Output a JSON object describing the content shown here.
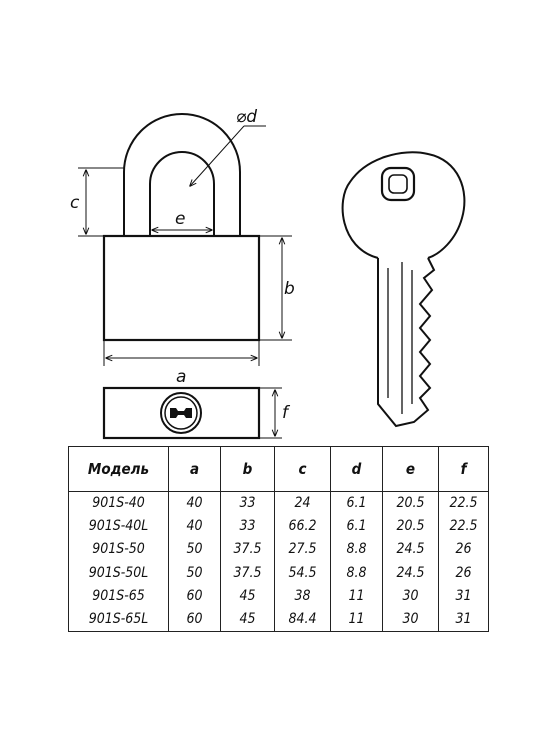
{
  "dimension_labels": {
    "a": "a",
    "b": "b",
    "c": "c",
    "d": "⌀d",
    "e": "e",
    "f": "f"
  },
  "table": {
    "headers": [
      "Модель",
      "a",
      "b",
      "c",
      "d",
      "e",
      "f"
    ],
    "rows": [
      [
        "901S-40",
        "40",
        "33",
        "24",
        "6.1",
        "20.5",
        "22.5"
      ],
      [
        "901S-40L",
        "40",
        "33",
        "66.2",
        "6.1",
        "20.5",
        "22.5"
      ],
      [
        "901S-50",
        "50",
        "37.5",
        "27.5",
        "8.8",
        "24.5",
        "26"
      ],
      [
        "901S-50L",
        "50",
        "37.5",
        "54.5",
        "8.8",
        "24.5",
        "26"
      ],
      [
        "901S-65",
        "60",
        "45",
        "38",
        "11",
        "30",
        "31"
      ],
      [
        "901S-65L",
        "60",
        "45",
        "84.4",
        "11",
        "30",
        "31"
      ]
    ]
  }
}
